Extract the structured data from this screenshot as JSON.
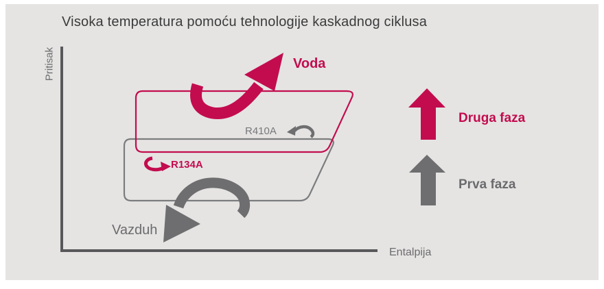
{
  "title": "Visoka temperatura pomoću tehnologije kaskadnog ciklusa",
  "axes": {
    "y_label": "Pritisak",
    "x_label": "Entalpija"
  },
  "diagram": {
    "upper_cycle": {
      "refrigerant": "R410A",
      "output_label": "Voda",
      "color": "#C30C4E"
    },
    "lower_cycle": {
      "refrigerant": "R134A",
      "input_label": "Vazduh",
      "color": "#7B7C7D"
    }
  },
  "legend": [
    {
      "label": "Druga faza",
      "color": "#C30C4E"
    },
    {
      "label": "Prva faza",
      "color": "#6E6E70"
    }
  ],
  "colors": {
    "accent_pink": "#C30C4E",
    "arrow_gray": "#6E6E70",
    "axis_gray": "#58585B",
    "panel_background": "#E5E4E3"
  }
}
